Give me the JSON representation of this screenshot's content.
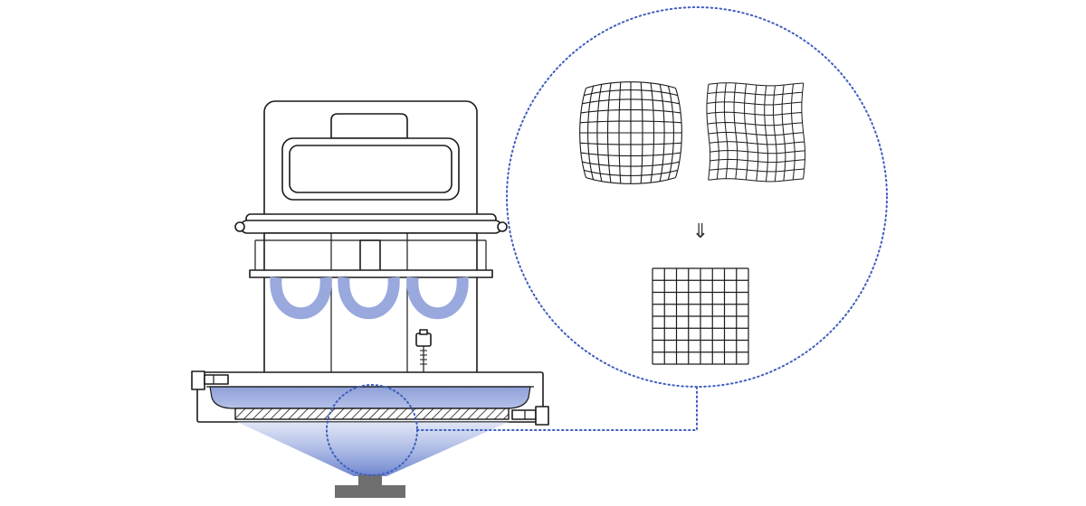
{
  "colors": {
    "background": "#ffffff",
    "outline": "#1a1a1a",
    "coolant_blue": "#99a9dd",
    "dotted_callout": "#3f5fbf",
    "stand_gray": "#6e6e6e"
  },
  "symbols": {
    "correction_arrow": "⇓"
  },
  "panels": {
    "barrel_grid": {
      "icon": "barrel-distorted-grid"
    },
    "wavy_grid": {
      "icon": "wavy-distorted-grid"
    },
    "corrected_grid": {
      "icon": "corrected-grid"
    }
  }
}
